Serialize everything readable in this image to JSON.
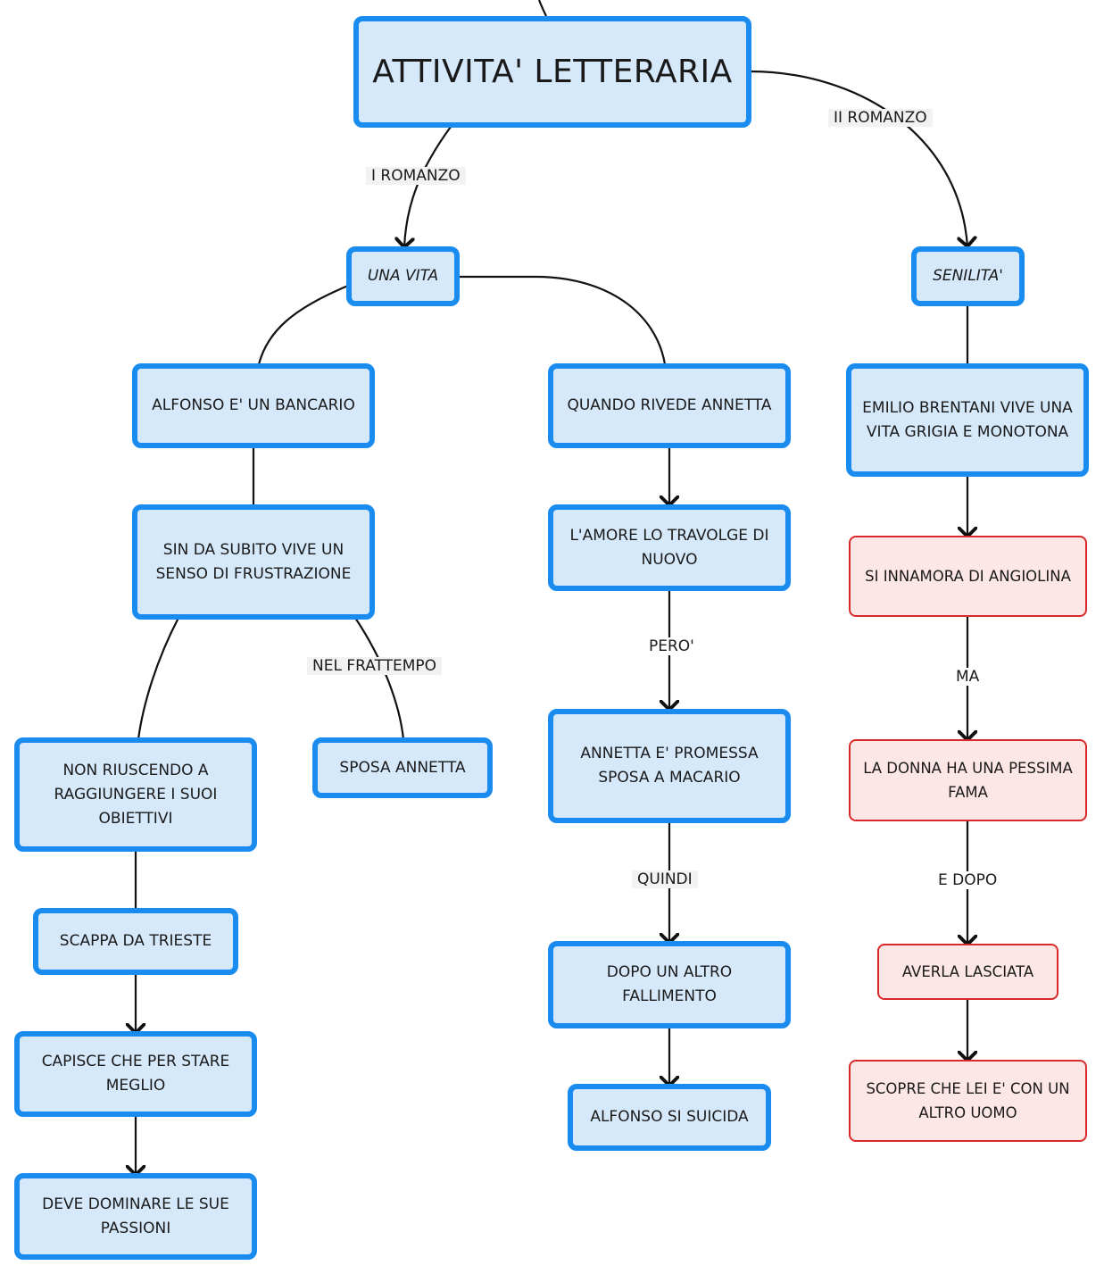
{
  "nodes": {
    "title": "ATTIVITA' LETTERARIA",
    "una_vita": "UNA VITA",
    "senilita": "SENILITA'",
    "alfonso_bancario": "ALFONSO E' UN BANCARIO",
    "quando_rivede": "QUANDO RIVEDE ANNETTA",
    "emilio": "EMILIO BRENTANI VIVE UNA VITA GRIGIA E MONOTONA",
    "sin_da_subito": "SIN DA SUBITO VIVE UN SENSO DI FRUSTRAZIONE",
    "amore_travolge": "L'AMORE LO TRAVOLGE DI NUOVO",
    "innamora": "SI INNAMORA DI ANGIOLINA",
    "non_riuscendo": "NON RIUSCENDO A RAGGIUNGERE I SUOI OBIETTIVI",
    "sposa_annetta": "SPOSA ANNETTA",
    "annetta_promessa": "ANNETTA E' PROMESSA SPOSA A MACARIO",
    "donna_fama": "LA DONNA HA UNA PESSIMA FAMA",
    "scappa": "SCAPPA DA TRIESTE",
    "dopo_fallimento": "DOPO UN ALTRO FALLIMENTO",
    "averla_lasciata": "AVERLA LASCIATA",
    "capisce": "CAPISCE CHE PER STARE MEGLIO",
    "alfonso_suicida": "ALFONSO SI SUICIDA",
    "scopre": "SCOPRE CHE LEI E' CON UN ALTRO UOMO",
    "deve_dominare": "DEVE DOMINARE LE SUE PASSIONI"
  },
  "edge_labels": {
    "i_romanzo": "I ROMANZO",
    "ii_romanzo": "II ROMANZO",
    "nel_frattempo": "NEL FRATTEMPO",
    "pero": "PERO'",
    "quindi": "QUINDI",
    "ma": "MA",
    "e_dopo": "E DOPO"
  },
  "colors": {
    "blue_fill": "#d6e9fb",
    "blue_border": "#1a8cf0",
    "red_fill": "#fde6e6",
    "red_border": "#d82a2a"
  }
}
